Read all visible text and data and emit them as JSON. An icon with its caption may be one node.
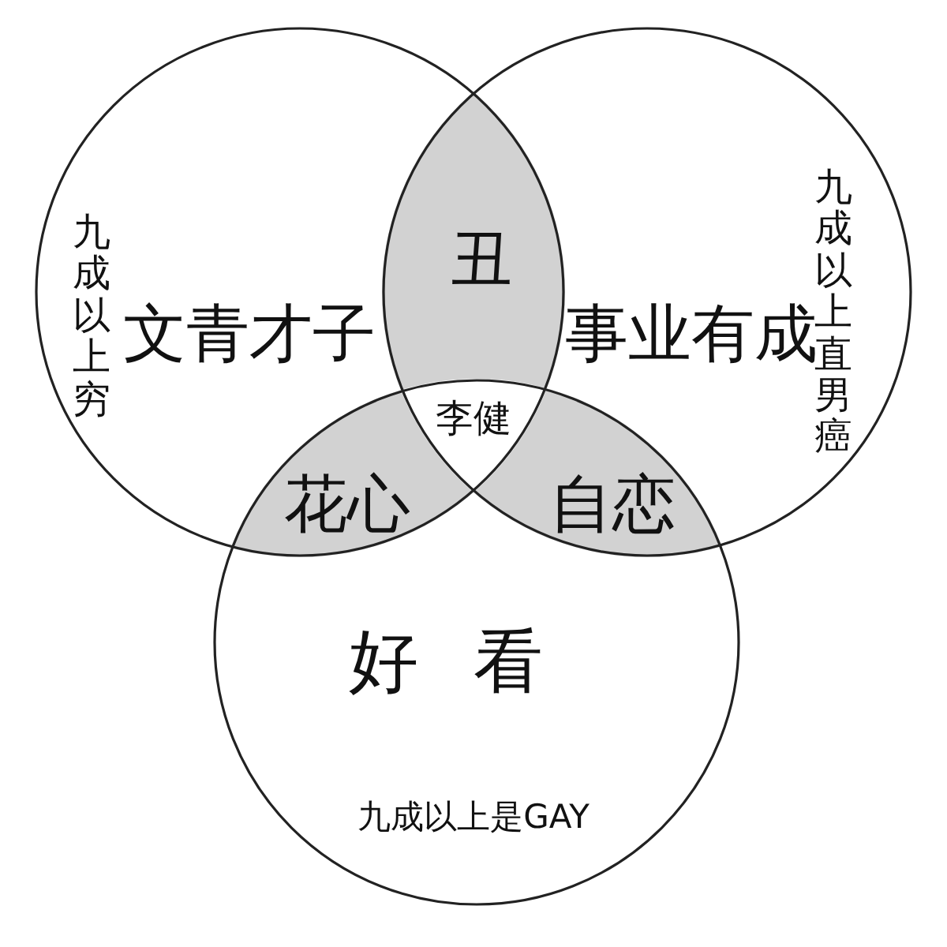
{
  "diagram": {
    "nodes": [
      {
        "text": [
          "九成以上穷",
          "文青才子"
        ]
      },
      {
        "text": [
          "事业有成",
          "九成以上直男癌"
        ]
      },
      {
        "text": [
          "好看",
          "九成以上是GAY"
        ]
      }
    ],
    "labels": [
      "丑",
      "李健",
      "花心",
      "自恋"
    ]
  }
}
